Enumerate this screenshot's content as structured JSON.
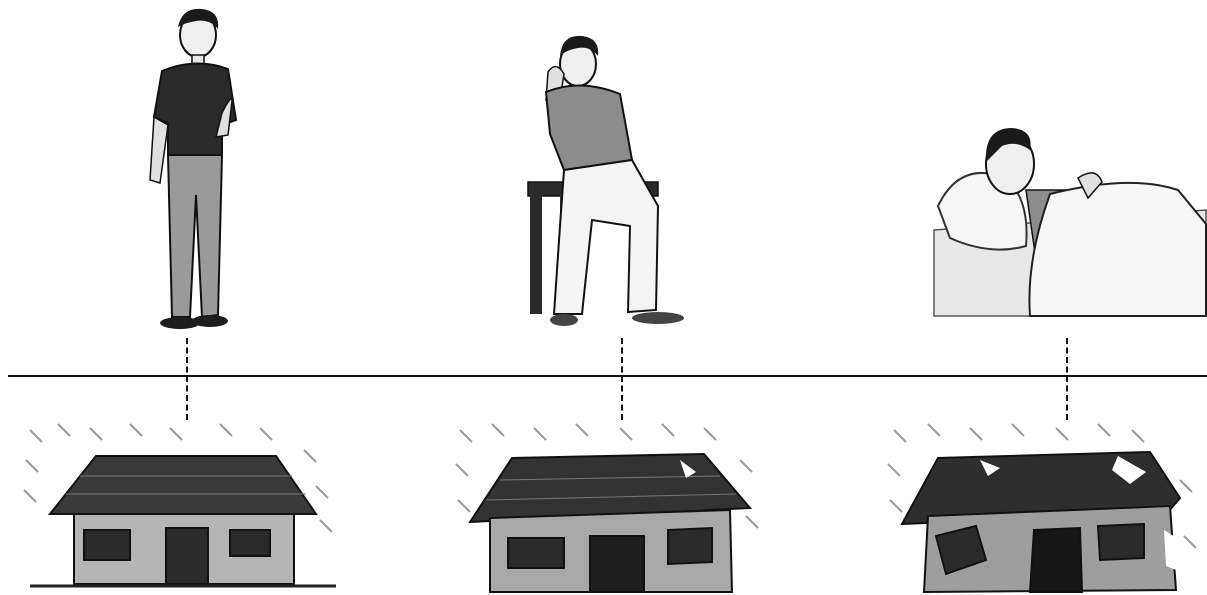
{
  "illustration": {
    "stages": [
      {
        "id": "stage-1",
        "person_state": "healthy-standing",
        "house_state": "intact"
      },
      {
        "id": "stage-2",
        "person_state": "unwell-sitting",
        "house_state": "slightly-damaged"
      },
      {
        "id": "stage-3",
        "person_state": "sick-in-bed",
        "house_state": "badly-damaged"
      }
    ],
    "style": {
      "line_color": "#111111",
      "shade_dark": "#2a2a2a",
      "shade_mid": "#8a8a8a",
      "shade_light": "#d6d6d6",
      "rain_color": "#9a9a9a"
    }
  }
}
